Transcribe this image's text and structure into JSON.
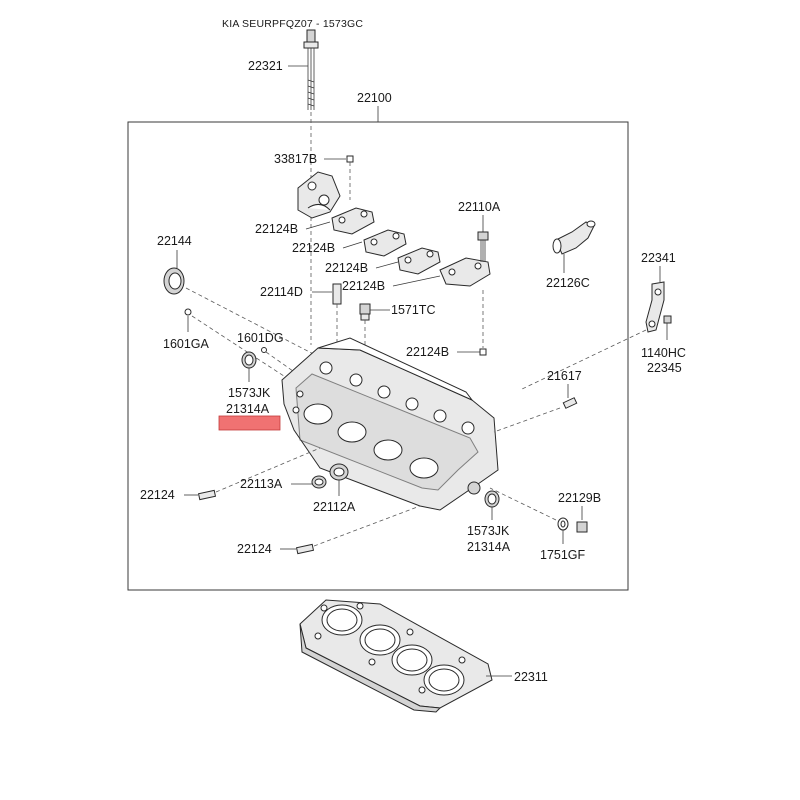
{
  "header": {
    "code": "KIA SEURPFQZ07 - 1573GC"
  },
  "colors": {
    "highlight": "#f07272",
    "line": "#3a3a3a",
    "part_fill": "#e9e9e9"
  },
  "parts": {
    "p22321": "22321",
    "p22100": "22100",
    "p33817B": "33817B",
    "p22110A": "22110A",
    "p22144": "22144",
    "p22124B_1": "22124B",
    "p22124B_2": "22124B",
    "p22124B_3": "22124B",
    "p22124B_4": "22124B",
    "p22124B_5": "22124B",
    "p22126C": "22126C",
    "p22341": "22341",
    "p22114D": "22114D",
    "p1571TC": "1571TC",
    "p1601GA": "1601GA",
    "p1601DG": "1601DG",
    "p1140HC": "1140HC",
    "p22345": "22345",
    "p1573JK_left": "1573JK",
    "p21314A_left": "21314A",
    "p21617": "21617",
    "p22124_1": "22124",
    "p22113A": "22113A",
    "p22112A": "22112A",
    "p22129B": "22129B",
    "p1573JK_right": "1573JK",
    "p21314A_right": "21314A",
    "p1751GF": "1751GF",
    "p22124_2": "22124",
    "p22311": "22311"
  }
}
